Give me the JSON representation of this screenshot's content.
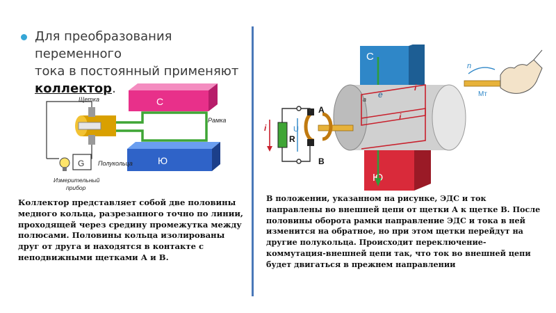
{
  "heading": {
    "line1": "Для преобразования переменного",
    "line2": "тока в постоянный применяют",
    "keyword": "коллектор",
    "period": "."
  },
  "left_diagram": {
    "pole_top": "С",
    "pole_bottom": "Ю",
    "brush": "Щетка",
    "frame": "Рамка",
    "half_ring": "Полукольца",
    "meter_line1": "Измерительный",
    "meter_line2": "прибор",
    "meter_letter": "G"
  },
  "right_diagram": {
    "pole_top": "С",
    "pole_bottom": "Ю",
    "brush_a": "А",
    "brush_b": "В",
    "resistor": "R",
    "voltage": "U",
    "current_outer": "i",
    "current_frame_top": "i",
    "current_frame_bottom": "i",
    "emf": "e",
    "corner_a": "a",
    "rotation": "n",
    "torque": "Мт"
  },
  "desc_left": "Коллектор представляет собой две половины медного кольца, разрезанного точно по линии, проходящей через средину промежутка между полюсами. Половины кольца изолированы друг от друга и находятся в контакте с неподвижными щетками А и В.",
  "desc_right": "В положении, указанном на рисунке, ЭДС и ток направлены во внешней цепи от щетки А к щетке В. После половины оборота рамки направление ЭДС и тока в ней изменится на обратное, но при этом щетки перейдут на другие полукольца. Происходит переключение-коммутация-внешней цепи так, что ток во внешней цепи будет двигаться в прежнем направлении",
  "colors": {
    "bullet": "#35a6d6",
    "divider": "#4a78b8",
    "pole_north_left": "#e8308a",
    "pole_south_left": "#2f63c8",
    "pole_north_right": "#2f87c8",
    "pole_south_right": "#d92a3a",
    "frame_wire": "#3fa535"
  }
}
